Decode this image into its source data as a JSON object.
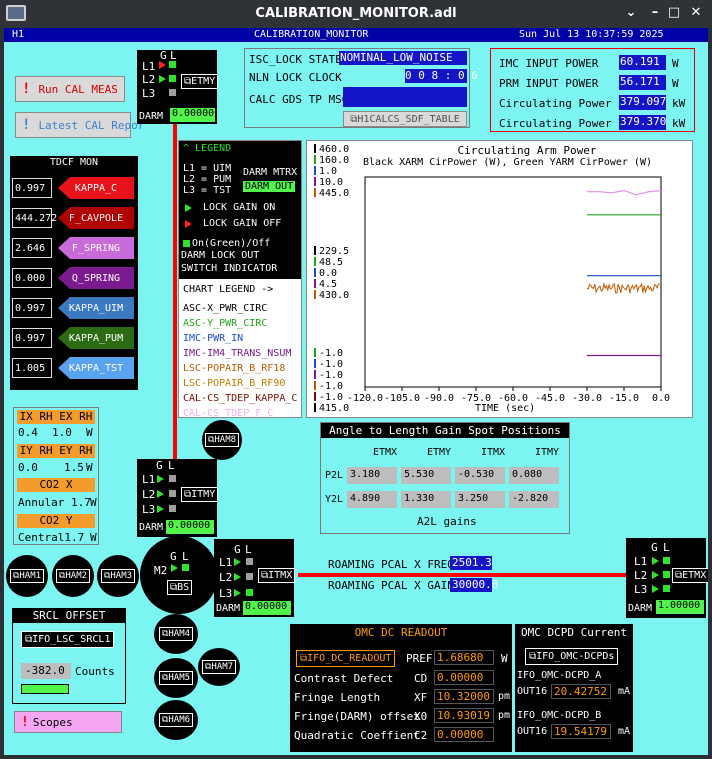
{
  "window": {
    "title": "CALIBRATION_MONITOR.adl"
  },
  "topbar": {
    "left": "H1",
    "center": "CALIBRATION_MONITOR",
    "datetime": "Sun Jul 13 10:37:59 2025"
  },
  "buttons": {
    "run_cal": "Run CAL MEAS",
    "latest_cal": "Latest CAL Repor",
    "scopes": "Scopes"
  },
  "state": {
    "isc_label": "ISC_LOCK STATE",
    "isc_value": "NOMINAL_LOW_NOISE",
    "nln_label": "NLN LOCK CLOCK",
    "nln_value": "0 0 8 : 0 6",
    "gds_label": "CALC GDS TP MSG",
    "gds_value": "",
    "sdf_button": "H1CALCS_SDF_TABLE"
  },
  "power": {
    "rows": [
      {
        "label": "IMC INPUT POWER",
        "value": "60.191",
        "unit": "W"
      },
      {
        "label": "PRM INPUT POWER",
        "value": "56.171",
        "unit": "W"
      },
      {
        "label": "Circulating Power X",
        "value": "379.097",
        "unit": "kW"
      },
      {
        "label": "Circulating Power Y",
        "value": "379.370",
        "unit": "kW"
      }
    ]
  },
  "etmy": {
    "g": "G",
    "l": "L",
    "l1": "L1",
    "l2": "L2",
    "l3": "L3",
    "button": "ETMY",
    "darm_label": "DARM",
    "darm_value": "0.00000"
  },
  "itmy": {
    "g": "G",
    "l": "L",
    "l1": "L1",
    "l2": "L2",
    "l3": "L3",
    "button": "ITMY",
    "darm_label": "DARM",
    "darm_value": "0.00000"
  },
  "itmx": {
    "g": "G",
    "l": "L",
    "l1": "L1",
    "l2": "L2",
    "l3": "L3",
    "button": "ITMX",
    "darm_label": "DARM",
    "darm_value": "0.00000"
  },
  "etmx": {
    "g": "G",
    "l": "L",
    "l1": "L1",
    "l2": "L2",
    "l3": "L3",
    "button": "ETMX",
    "darm_label": "DARM",
    "darm_value": "1.00000"
  },
  "bs": {
    "g": "G",
    "l": "L",
    "m2": "M2",
    "button": "BS"
  },
  "hams": {
    "ham1": "HAM1",
    "ham2": "HAM2",
    "ham3": "HAM3",
    "ham4": "HAM4",
    "ham5": "HAM5",
    "ham6": "HAM6",
    "ham7": "HAM7",
    "ham8": "HAM8"
  },
  "tdcf": {
    "title": "TDCF MON",
    "rows": [
      {
        "value": "0.997",
        "name": "KAPPA_C",
        "color": "#e8121b"
      },
      {
        "value": "444.272",
        "name": "F_CAVPOLE",
        "color": "#b00000"
      },
      {
        "value": "2.646",
        "name": "F_SPRING",
        "color": "#c86ad8"
      },
      {
        "value": "0.000",
        "name": "Q_SPRING",
        "color": "#7a1a8e"
      },
      {
        "value": "0.997",
        "name": "KAPPA_UIM",
        "color": "#3b79c0"
      },
      {
        "value": "0.997",
        "name": "KAPPA_PUM",
        "color": "#2d6b13"
      },
      {
        "value": "1.005",
        "name": "KAPPA_TST",
        "color": "#5aa3ee"
      }
    ]
  },
  "legend": {
    "title": "^ LEGEND",
    "l1": "L1 = UIM",
    "l2": "L2 = PUM",
    "l3": "L3 = TST",
    "darm_mtrx": "DARM MTRX",
    "darm_out": "DARM OUT",
    "gain_on": "LOCK GAIN ON",
    "gain_off": "LOCK GAIN OFF",
    "switch1": "On(Green)/Off",
    "switch2": "DARM LOCK OUT",
    "switch3": "SWITCH INDICATOR",
    "chart_legend": "CHART LEGEND  ->",
    "items": [
      {
        "name": "ASC-X_PWR_CIRC",
        "color": "#000000"
      },
      {
        "name": "ASC-Y_PWR_CIRC",
        "color": "#1fa51a"
      },
      {
        "name": "IMC-PWR_IN",
        "color": "#1e4bd1"
      },
      {
        "name": "IMC-IM4_TRANS_NSUM",
        "color": "#7a1a8e"
      },
      {
        "name": "LSC-POPAIR_B_RF18",
        "color": "#c05a00"
      },
      {
        "name": "LSC-POPAIR_B_RF90",
        "color": "#c47a00"
      },
      {
        "name": "CAL-CS_TDEP_KAPPA_C",
        "color": "#7a1000"
      },
      {
        "name": "CAL-CS_TDEP_F_C",
        "color": "#f0b0f0"
      }
    ]
  },
  "chart_data": {
    "type": "line",
    "title": "Circulating Arm Power",
    "subtitle": "Black XARM CirPower (W), Green YARM CirPower (W)",
    "xlabel": "TIME (sec)",
    "xlim": [
      -120,
      0
    ],
    "x_ticks": [
      "-120.0",
      "-105.0",
      "-90.0",
      "-75.0",
      "-60.0",
      "-45.0",
      "-30.0",
      "-15.0",
      "0.0"
    ],
    "axis_groups": [
      {
        "labels": [
          "460.0",
          "160.0",
          "1.0",
          "10.0",
          "445.0"
        ],
        "colors": [
          "#000000",
          "#1fa51a",
          "#1e4bd1",
          "#7a1a8e",
          "#c05a00"
        ]
      },
      {
        "labels": [
          "229.5",
          "48.5",
          "0.0",
          "4.5",
          "430.0"
        ],
        "colors": [
          "#000000",
          "#1fa51a",
          "#1e4bd1",
          "#7a1a8e",
          "#c05a00"
        ]
      },
      {
        "labels": [
          "-1.0",
          "-1.0",
          "-1.0",
          "-1.0",
          "-1.0",
          "415.0"
        ],
        "colors": [
          "#1fa51a",
          "#1e4bd1",
          "#7a1a8e",
          "#c05a00",
          "#7a1000",
          "#000000"
        ]
      }
    ],
    "series": [
      {
        "name": "CAL-CS_TDEP_F_C",
        "color": "#e08ee0",
        "x": [
          -30,
          -25,
          -20,
          -15,
          -10,
          -5,
          0
        ],
        "y": [
          0.93,
          0.93,
          0.925,
          0.935,
          0.915,
          0.93,
          0.935
        ]
      },
      {
        "name": "ASC-Y_PWR_CIRC",
        "color": "#1fa51a",
        "x": [
          -30,
          0
        ],
        "y": [
          0.82,
          0.82
        ]
      },
      {
        "name": "IMC-PWR_IN",
        "color": "#1e4bd1",
        "x": [
          -30,
          0
        ],
        "y": [
          0.53,
          0.53
        ]
      },
      {
        "name": "LSC-POPAIR_B_RF18",
        "color": "#c05a00",
        "x": [
          -30,
          0
        ],
        "y": [
          0.47,
          0.47
        ],
        "noisy": true
      },
      {
        "name": "IMC-IM4_TRANS_NSUM",
        "color": "#7a1a8e",
        "x": [
          -30,
          0
        ],
        "y": [
          0.15,
          0.15
        ]
      }
    ]
  },
  "pcal": {
    "freq_label": "ROAMING PCAL X FREQ",
    "freq_value": "2501.3",
    "gain_label": "ROAMING PCAL X GAIN",
    "gain_value": "30000.0"
  },
  "a2l": {
    "title": "Angle to Length Gain Spot Positions",
    "cols": [
      "ETMX",
      "ETMY",
      "ITMX",
      "ITMY"
    ],
    "rows": [
      {
        "label": "P2L",
        "values": [
          "3.180",
          "5.530",
          "-0.530",
          "0.080"
        ]
      },
      {
        "label": "Y2L",
        "values": [
          "4.890",
          "1.330",
          "3.250",
          "-2.820"
        ]
      }
    ],
    "footer": "A2L gains"
  },
  "heaters": {
    "ix_label": "IX RH EX RH",
    "ix_v1": "0.4",
    "ix_v2": "1.0",
    "ix_unit": "W",
    "iy_label": "IY RH EY RH",
    "iy_v1": "0.0",
    "iy_v2": "1.5",
    "iy_unit": "W",
    "co2x_label": "CO2 X",
    "co2x_sub": "Annular 1.7",
    "co2x_unit": "W",
    "co2y_label": "CO2 Y",
    "co2y_sub": "Central1.7",
    "co2y_unit": "W"
  },
  "srcl": {
    "title": "SRCL OFFSET",
    "button": "IFO_LSC_SRCL1",
    "value": "-382.0",
    "unit": "Counts"
  },
  "omc": {
    "title": "OMC DC READOUT",
    "button": "IFO_DC_READOUT",
    "pref_label": "PREF",
    "pref_value": "1.68680",
    "pref_unit": "W",
    "rows": [
      {
        "label": "Contrast Defect",
        "sym": "CD",
        "value": "0.00000",
        "unit": ""
      },
      {
        "label": "Fringe Length",
        "sym": "XF",
        "value": "10.32000",
        "unit": "pm"
      },
      {
        "label": "Fringe(DARM) offset",
        "sym": "X0",
        "value": "10.93019",
        "unit": "pm"
      },
      {
        "label": "Quadratic Coeffient",
        "sym": "C2",
        "value": "0.00000",
        "unit": ""
      }
    ]
  },
  "dcpd": {
    "title": "OMC DCPD Current",
    "button": "IFO_OMC-DCPDs",
    "a_label": "IFO_OMC-DCPD_A",
    "a_out": "OUT16",
    "a_value": "20.42752",
    "a_unit": "mA",
    "b_label": "IFO_OMC-DCPD_B",
    "b_out": "OUT16",
    "b_value": "19.54179",
    "b_unit": "mA"
  }
}
